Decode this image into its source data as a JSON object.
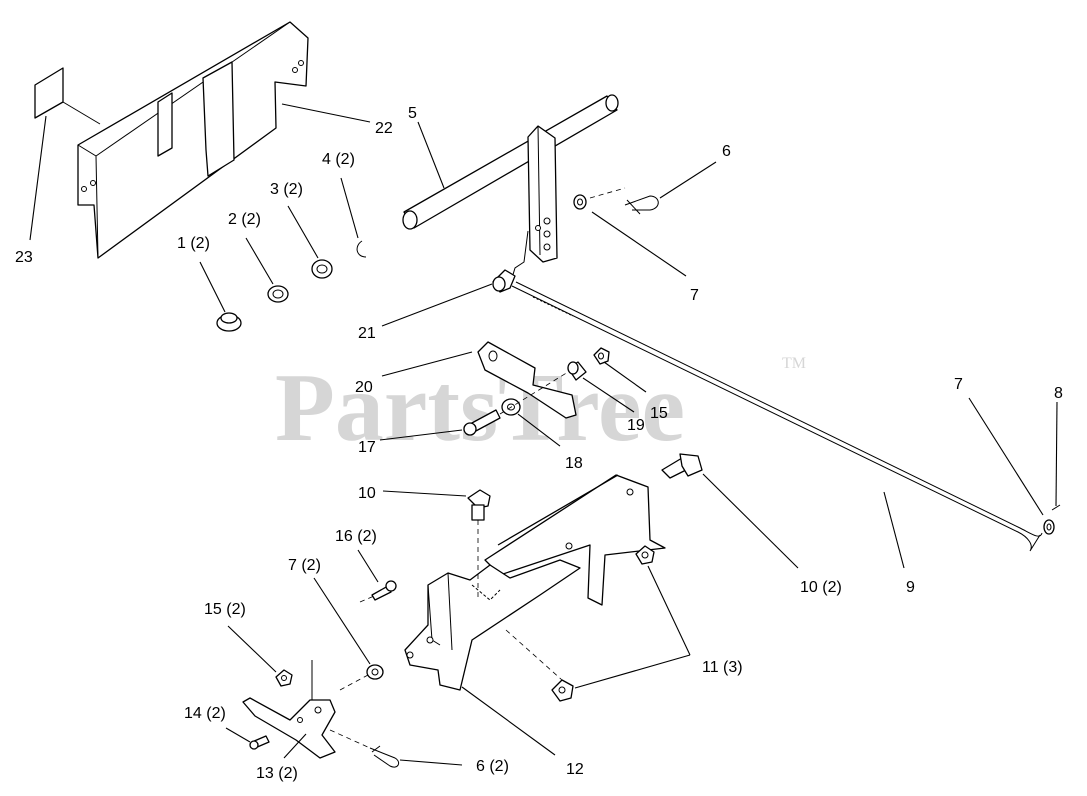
{
  "watermark": {
    "text": "PartsTree",
    "trademark": "TM"
  },
  "callouts": {
    "c1": "1 (2)",
    "c2": "2 (2)",
    "c3": "3 (2)",
    "c4": "4 (2)",
    "c5": "5",
    "c6a": "6",
    "c6b": "6 (2)",
    "c7a": "7",
    "c7b": "7",
    "c7c": "7 (2)",
    "c8": "8",
    "c9": "9",
    "c10a": "10",
    "c10b": "10 (2)",
    "c11": "11 (3)",
    "c12": "12",
    "c13": "13 (2)",
    "c14": "14 (2)",
    "c15a": "15",
    "c15b": "15 (2)",
    "c16": "16 (2)",
    "c17": "17",
    "c18": "18",
    "c19": "19",
    "c20": "20",
    "c21": "21",
    "c22": "22",
    "c23": "23"
  }
}
